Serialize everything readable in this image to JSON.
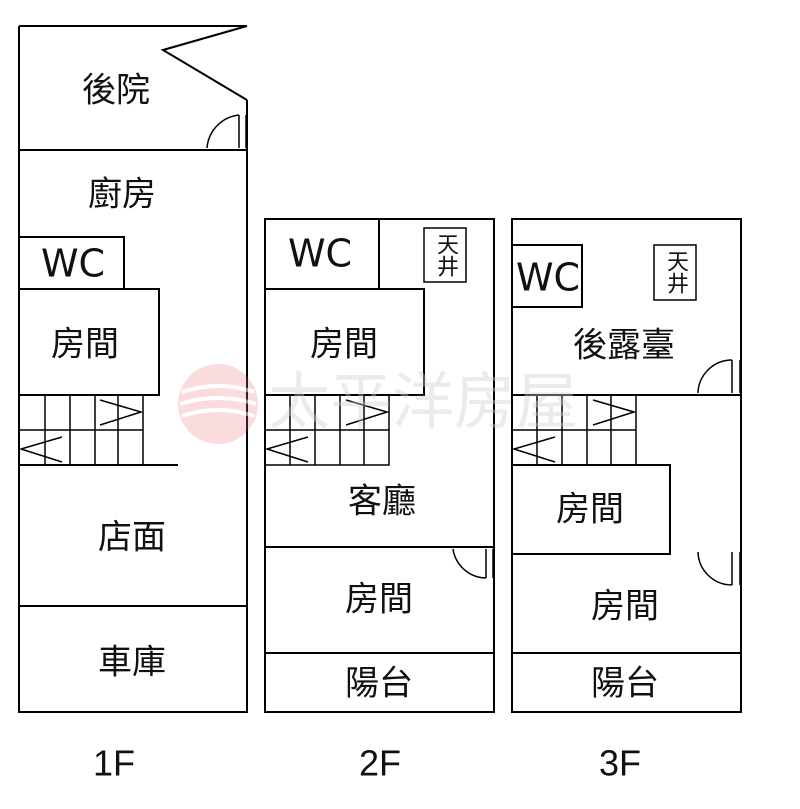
{
  "floors": [
    {
      "label": "1F",
      "rooms": {
        "backyard": "後院",
        "kitchen": "廚房",
        "wc": "WC",
        "room": "房間",
        "storefront": "店面",
        "garage": "車庫"
      }
    },
    {
      "label": "2F",
      "rooms": {
        "wc": "WC",
        "skylight": "天井",
        "room": "房間",
        "living_room": "客廳",
        "room_front": "房間",
        "balcony": "陽台"
      }
    },
    {
      "label": "3F",
      "rooms": {
        "wc": "WC",
        "skylight": "天井",
        "rear_terrace": "後露臺",
        "room": "房間",
        "room_front": "房間",
        "balcony": "陽台"
      }
    }
  ],
  "watermark": {
    "text": "太平洋房屋",
    "logo_color": "#e8747a"
  }
}
